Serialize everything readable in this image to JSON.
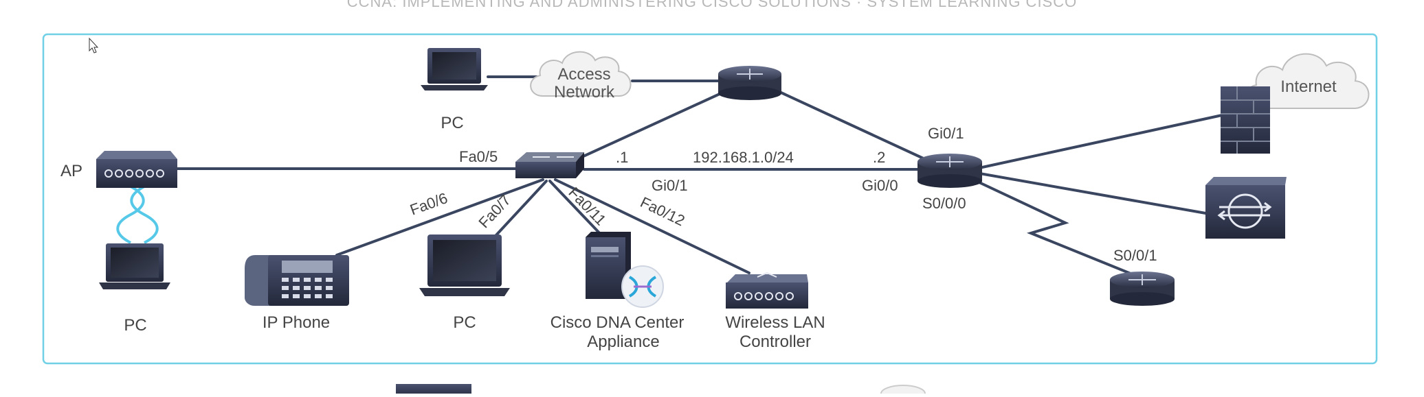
{
  "page": {
    "header_caption": "CCNA: IMPLEMENTING AND ADMINISTERING CISCO SOLUTIONS · SYSTEM LEARNING CISCO"
  },
  "colors": {
    "frame": "#6fd0e6",
    "link": "#3a4560",
    "device_dark": "#2f3447",
    "device_light": "#5b6580",
    "wifi": "#56c8e8",
    "cloud_fill": "#f2f2f2",
    "cloud_stroke": "#bdbdbd",
    "text": "#444444"
  },
  "devices": {
    "pc_top": {
      "label": "PC",
      "icon": "laptop-icon"
    },
    "cloud_access": {
      "label_line1": "Access",
      "label_line2": "Network",
      "icon": "cloud-icon"
    },
    "router_top": {
      "label": "",
      "icon": "router-icon"
    },
    "cloud_internet": {
      "label": "Internet",
      "icon": "cloud-icon"
    },
    "firewall": {
      "label": "",
      "icon": "firewall-icon"
    },
    "ap": {
      "label": "AP",
      "icon": "access-point-icon"
    },
    "pc_wireless": {
      "label": "PC",
      "icon": "laptop-icon"
    },
    "switch": {
      "label": "",
      "icon": "switch-icon"
    },
    "router_main": {
      "label": "",
      "icon": "router-icon"
    },
    "ip_phone": {
      "label": "IP Phone",
      "icon": "ip-phone-icon"
    },
    "pc_bottom": {
      "label": "PC",
      "icon": "laptop-icon"
    },
    "dna_center": {
      "label_line1": "Cisco DNA Center",
      "label_line2": "Appliance",
      "icon": "server-icon"
    },
    "wlc": {
      "label_line1": "Wireless LAN",
      "label_line2": "Controller",
      "icon": "wlc-icon"
    },
    "optimizer": {
      "label": "",
      "icon": "wan-optimizer-icon"
    },
    "router_remote": {
      "label": "",
      "icon": "router-icon"
    }
  },
  "interfaces": {
    "fa0_5": "Fa0/5",
    "fa0_6": "Fa0/6",
    "fa0_7": "Fa0/7",
    "fa0_11": "Fa0/11",
    "fa0_12": "Fa0/12",
    "sw_gi0_1": "Gi0/1",
    "r_gi0_0": "Gi0/0",
    "r_gi0_1": "Gi0/1",
    "r_s0_0_0": "S0/0/0",
    "remote_s0_0_1": "S0/0/1"
  },
  "addressing": {
    "subnet": "192.168.1.0/24",
    "host_1": ".1",
    "host_2": ".2"
  }
}
